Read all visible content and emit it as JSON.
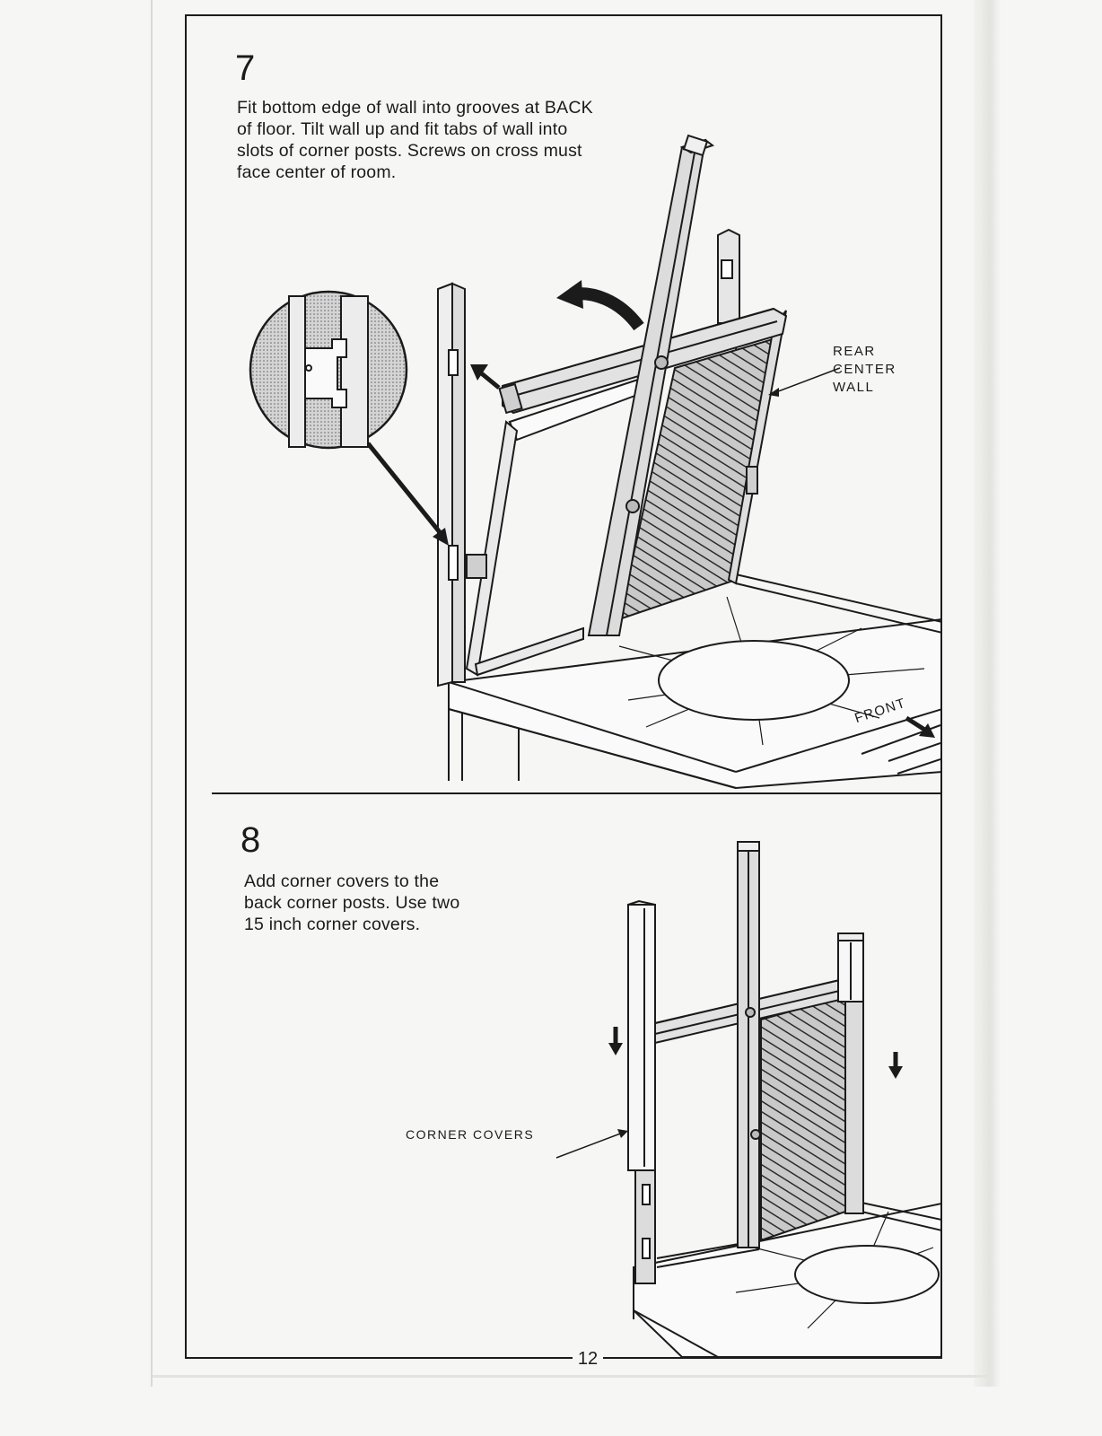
{
  "manual": {
    "page_number": "12",
    "steps": [
      {
        "number": "7",
        "instruction": "Fit bottom edge of wall into grooves at BACK\nof floor. Tilt wall up and fit tabs of wall into\nslots of corner posts.  Screws on cross must\nface center of room.",
        "callouts": [
          "REAR\nCENTER\nWALL",
          "FRONT"
        ]
      },
      {
        "number": "8",
        "instruction": "Add corner covers to the\nback corner posts. Use two\n15 inch corner covers.",
        "callouts": [
          "CORNER COVERS"
        ]
      }
    ]
  },
  "colors": {
    "ink": "#1b1b1b",
    "paper": "#f6f6f4",
    "panel_shade": "#8a8a8a"
  },
  "icons": [
    "tilt-arrow-icon",
    "insert-arrow-icon",
    "front-arrow-icon",
    "down-arrow-icon"
  ]
}
